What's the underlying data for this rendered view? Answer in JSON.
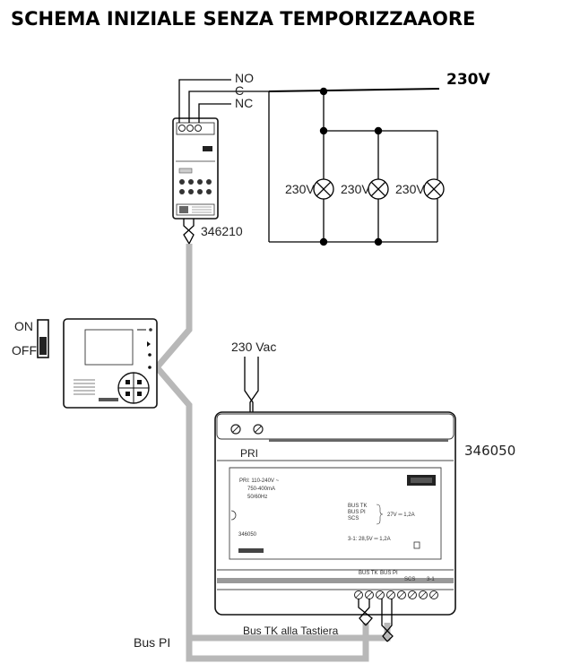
{
  "title": "SCHEMA INIZIALE SENZA TEMPORIZZAAORE",
  "relay": {
    "model": "346210",
    "contacts": [
      "NO",
      "C",
      "NC"
    ]
  },
  "mains": {
    "supply_label": "230V",
    "lamps": [
      "230V",
      "230V",
      "230V"
    ]
  },
  "switch": {
    "on_label": "ON",
    "off_label": "OFF"
  },
  "power_supply": {
    "model": "346050",
    "input_label": "230 Vac",
    "pri_label": "PRI",
    "spec_lines": [
      "PRI: 110-240V ~",
      "750-400mA",
      "50/60Hz"
    ],
    "output_lines": [
      "BUS TK",
      "BUS PI",
      "SCS"
    ],
    "output_rating": "27V ═ 1,2A",
    "aux_rating": "3-1: 28,5V ═ 1,2A",
    "code_label": "346050",
    "terminal_labels": [
      "BUS TK",
      "BUS PI",
      "SCS",
      "3-1"
    ]
  },
  "bus": {
    "pi_label": "Bus PI",
    "tk_label": "Bus TK alla Tastiera"
  }
}
